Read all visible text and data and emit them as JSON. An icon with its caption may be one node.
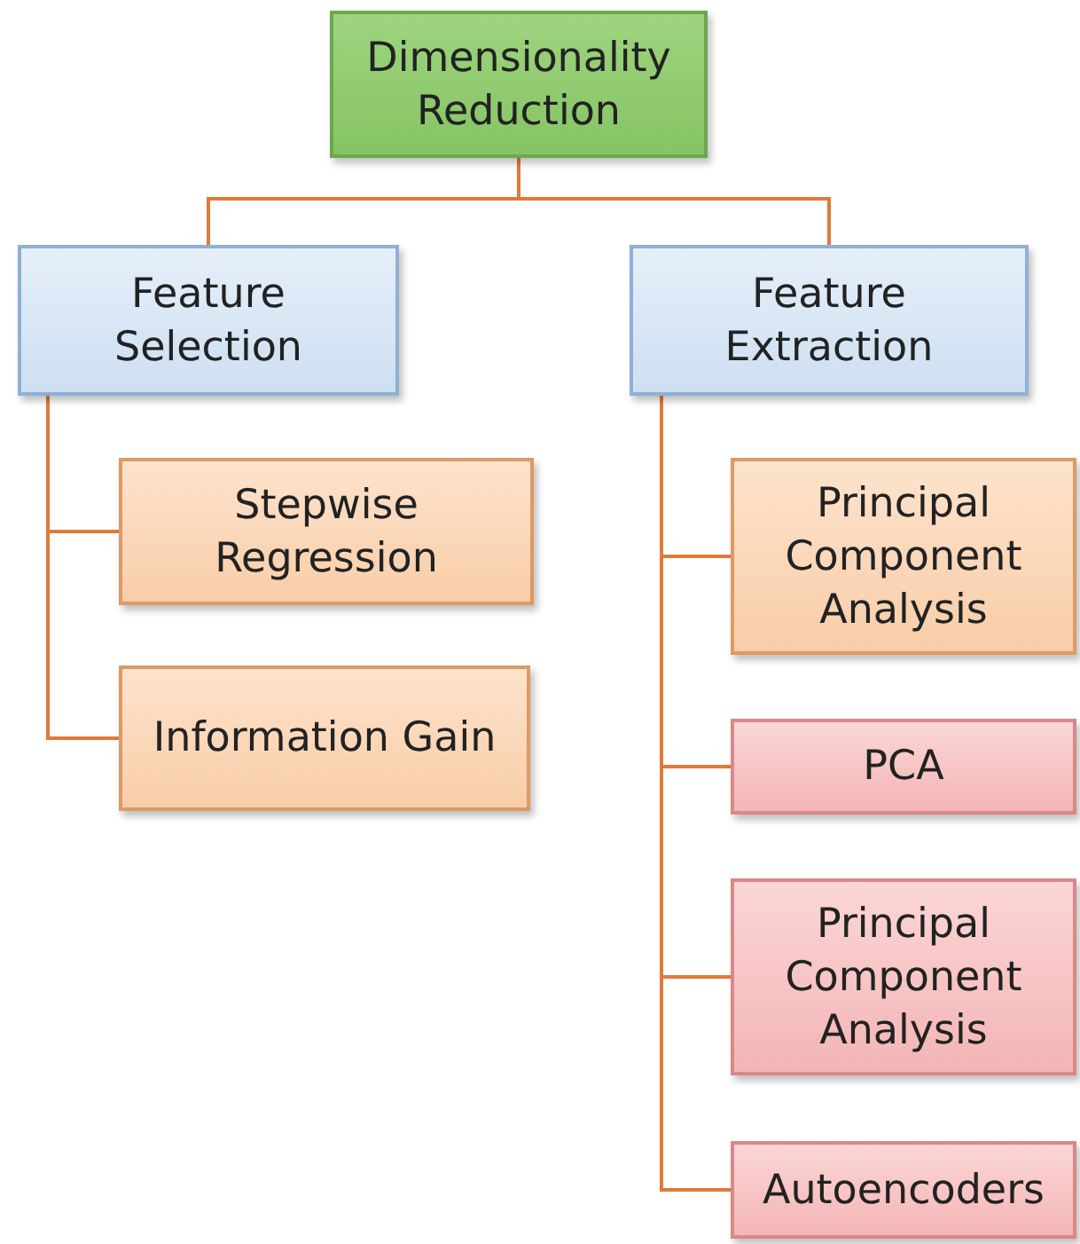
{
  "diagram": {
    "nodes": [
      {
        "text": [
          "Dimensionality Reduction"
        ]
      },
      {
        "text": [
          "Feature Selection"
        ]
      },
      {
        "text": [
          "Feature Extraction"
        ]
      },
      {
        "text": [
          "Stepwise Regression"
        ]
      },
      {
        "text": [
          "Information Gain"
        ]
      },
      {
        "text": [
          "Principal Component Analysis"
        ]
      },
      {
        "text": [
          "PCA"
        ]
      },
      {
        "text": [
          "Principal Component Analysis"
        ]
      },
      {
        "text": [
          "Autoencoders"
        ]
      }
    ],
    "edges": [
      {
        "from": 0,
        "to": 1,
        "arrow": "none"
      },
      {
        "from": 0,
        "to": 2,
        "arrow": "none"
      },
      {
        "from": 1,
        "to": 3,
        "arrow": "none"
      },
      {
        "from": 1,
        "to": 4,
        "arrow": "none"
      },
      {
        "from": 2,
        "to": 5,
        "arrow": "none"
      },
      {
        "from": 2,
        "to": 6,
        "arrow": "none"
      },
      {
        "from": 2,
        "to": 7,
        "arrow": "none"
      },
      {
        "from": 2,
        "to": 8,
        "arrow": "none"
      }
    ]
  }
}
